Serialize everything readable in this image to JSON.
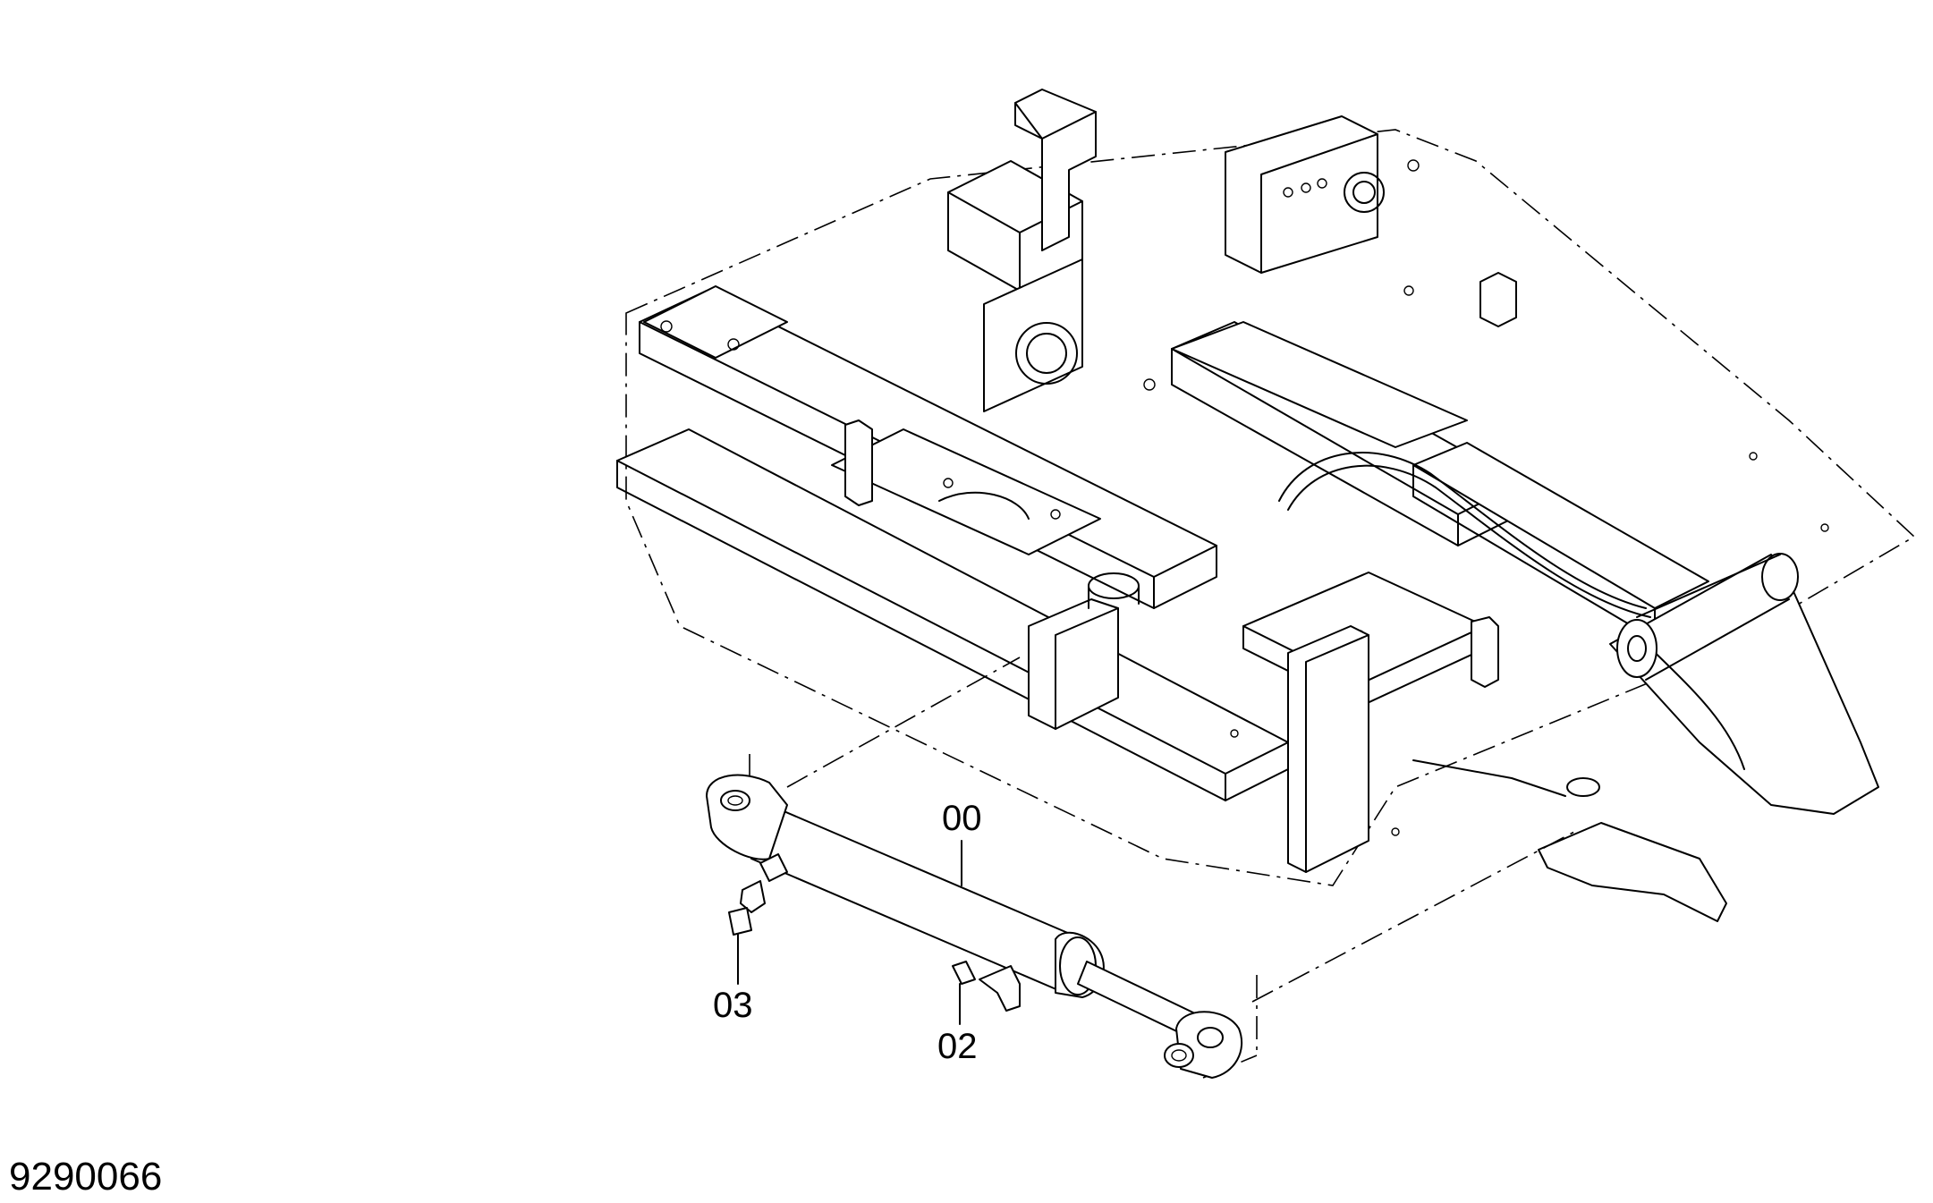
{
  "document_number": "9290066",
  "callouts": {
    "item_00": "00",
    "item_02": "02",
    "item_03": "03"
  },
  "icons": {
    "frame": "chassis-frame-drawing",
    "cylinder": "steering-cylinder-drawing",
    "fitting": "hose-fitting-drawing"
  },
  "colors": {
    "line": "#000000",
    "background": "#ffffff"
  }
}
